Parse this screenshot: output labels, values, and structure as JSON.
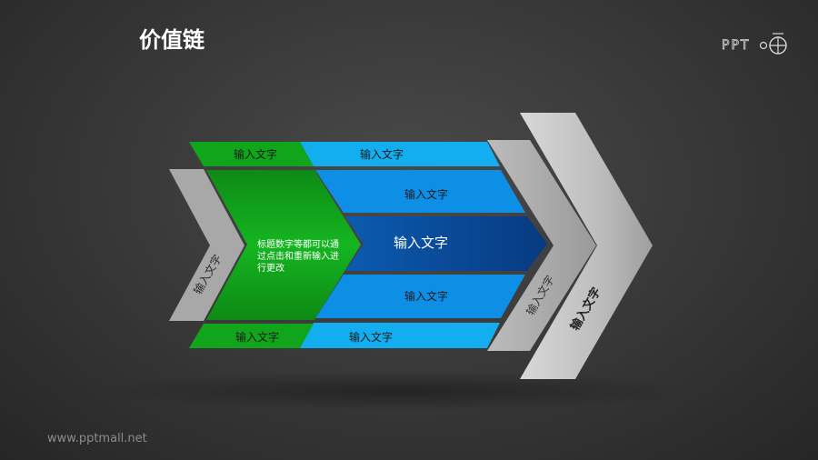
{
  "title": "价值链",
  "logo_text": "PPT",
  "footer": "www.pptmall.net",
  "diagram": {
    "left_chevron": "输入文字",
    "green_top": "输入文字",
    "green_bottom": "输入文字",
    "green_main": [
      "标题数字等都可以通",
      "过点击和重新输入进",
      "行更改"
    ],
    "blue_top_strip": "输入文字",
    "blue_upper": "输入文字",
    "blue_center": "输入文字",
    "blue_lower": "输入文字",
    "blue_bottom_strip": "输入文字",
    "gray_mid_chevron": "输入文字",
    "gray_big_chevron": "输入文字"
  },
  "colors": {
    "green": "#11a51c",
    "blue": "#0e8fe6",
    "light_blue": "#12aef0",
    "dark_blue": "#0a3f8a",
    "gray": "#b5b5b5"
  }
}
